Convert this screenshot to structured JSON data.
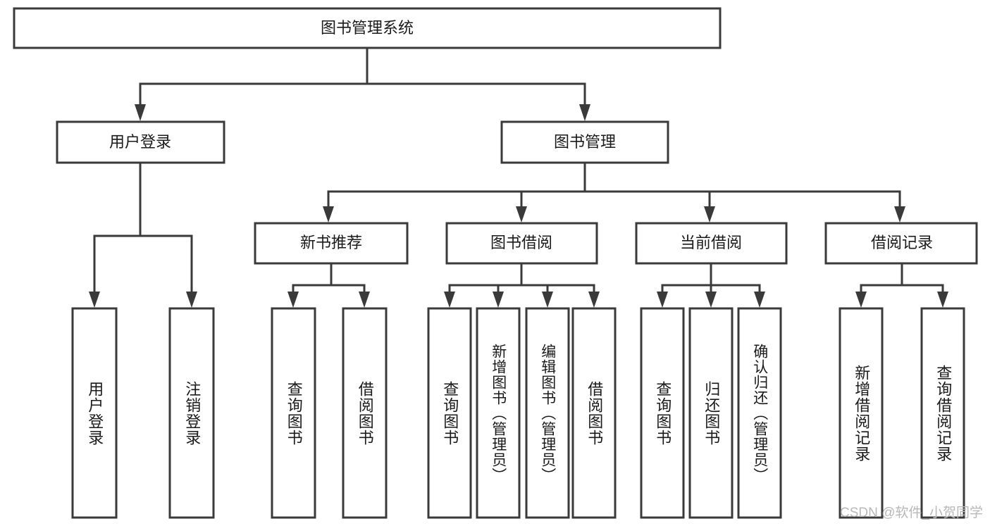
{
  "diagram": {
    "type": "hierarchy-tree",
    "title": "图书管理系统",
    "levels": 4,
    "root": {
      "id": "root",
      "label": "图书管理系统",
      "orientation": "horizontal"
    },
    "level2": [
      {
        "id": "user-login",
        "label": "用户登录",
        "orientation": "horizontal"
      },
      {
        "id": "book-manage",
        "label": "图书管理",
        "orientation": "horizontal"
      }
    ],
    "level3": [
      {
        "id": "new-book-recommend",
        "label": "新书推荐",
        "orientation": "horizontal",
        "parent": "book-manage"
      },
      {
        "id": "book-borrow",
        "label": "图书借阅",
        "orientation": "horizontal",
        "parent": "book-manage"
      },
      {
        "id": "current-borrow",
        "label": "当前借阅",
        "orientation": "horizontal",
        "parent": "book-manage"
      },
      {
        "id": "borrow-record",
        "label": "借阅记录",
        "orientation": "horizontal",
        "parent": "book-manage"
      }
    ],
    "leaves": [
      {
        "id": "leaf-user-login",
        "label": "用户登录",
        "parent": "user-login",
        "orientation": "vertical"
      },
      {
        "id": "leaf-logout",
        "label": "注销登录",
        "parent": "user-login",
        "orientation": "vertical"
      },
      {
        "id": "leaf-query-book-1",
        "label": "查询图书",
        "parent": "new-book-recommend",
        "orientation": "vertical"
      },
      {
        "id": "leaf-borrow-book-1",
        "label": "借阅图书",
        "parent": "new-book-recommend",
        "orientation": "vertical"
      },
      {
        "id": "leaf-query-book-2",
        "label": "查询图书",
        "parent": "book-borrow",
        "orientation": "vertical"
      },
      {
        "id": "leaf-add-book",
        "label": "新增图书（管理员）",
        "parent": "book-borrow",
        "orientation": "vertical"
      },
      {
        "id": "leaf-edit-book",
        "label": "编辑图书（管理员）",
        "parent": "book-borrow",
        "orientation": "vertical"
      },
      {
        "id": "leaf-borrow-book-2",
        "label": "借阅图书",
        "parent": "book-borrow",
        "orientation": "vertical"
      },
      {
        "id": "leaf-query-book-3",
        "label": "查询图书",
        "parent": "current-borrow",
        "orientation": "vertical"
      },
      {
        "id": "leaf-return-book",
        "label": "归还图书",
        "parent": "current-borrow",
        "orientation": "vertical"
      },
      {
        "id": "leaf-confirm-return",
        "label": "确认归还（管理员）",
        "parent": "current-borrow",
        "orientation": "vertical"
      },
      {
        "id": "leaf-add-record",
        "label": "新增借阅记录",
        "parent": "borrow-record",
        "orientation": "vertical"
      },
      {
        "id": "leaf-query-record",
        "label": "查询借阅记录",
        "parent": "borrow-record",
        "orientation": "vertical"
      }
    ]
  },
  "watermark": {
    "text": "CSDN @软件_小贺同学"
  },
  "colors": {
    "stroke": "#3a3a3a",
    "fill": "#ffffff",
    "text": "#1a1a1a",
    "watermark": "#b8b8b8"
  }
}
